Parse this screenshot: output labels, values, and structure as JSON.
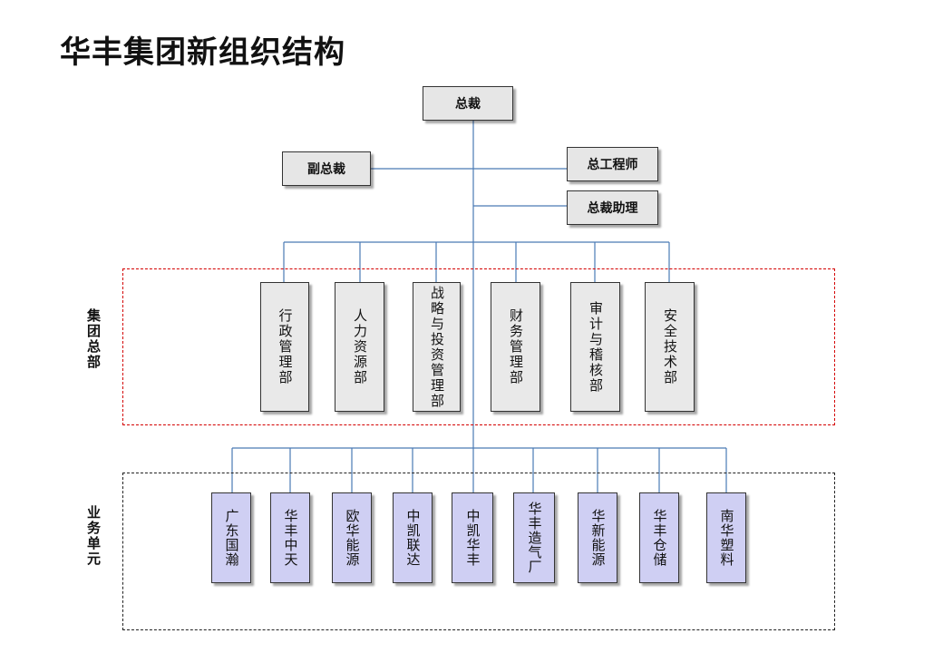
{
  "title": "华丰集团新组织结构",
  "executives": {
    "president": "总裁",
    "vice_president": "副总裁",
    "chief_engineer": "总工程师",
    "president_assistant": "总裁助理"
  },
  "group_hq": {
    "label": "集团总部",
    "departments": [
      "行政管理部",
      "人力资源部",
      "战略与投资管理部",
      "财务管理部",
      "审计与稽核部",
      "安全技术部"
    ]
  },
  "business_units": {
    "label": "业务单元",
    "units": [
      "广东国瀚",
      "华丰中天",
      "欧华能源",
      "中凯联达",
      "中凯华丰",
      "华丰造气厂",
      "华新能源",
      "华丰仓储",
      "南华塑料"
    ]
  },
  "colors": {
    "connector": "#4a7ab5",
    "hq_border": "#d40000",
    "unit_fill": "#cfcff3",
    "dept_fill": "#e9e9e9"
  }
}
